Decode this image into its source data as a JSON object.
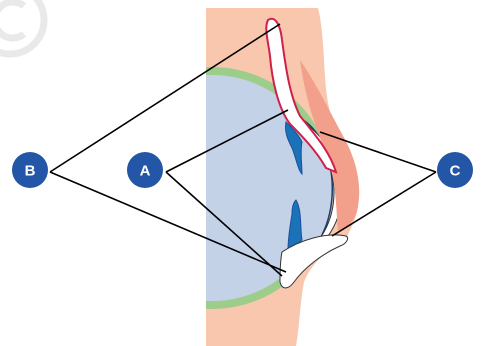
{
  "labels": {
    "a": "A",
    "b": "B",
    "c": "C"
  },
  "colors": {
    "skin": "#f9c6ae",
    "lid_accent": "#f2a08c",
    "eyeball": "#c4d2e8",
    "sclera": "#9ccd8a",
    "gland_blue": "#1a73b8",
    "gland_outline": "#1e4f9e",
    "lid_margin": "#d0204a",
    "badge": "#2356a6",
    "badge_text": "#ffffff",
    "line": "#000000",
    "watermark": "#dcdcdc"
  },
  "watermark_symbol": "copyright-symbol"
}
